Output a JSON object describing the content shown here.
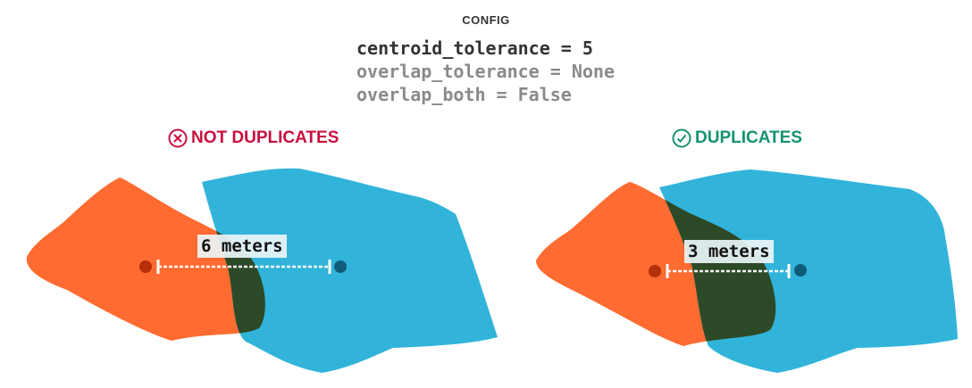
{
  "config": {
    "title": "CONFIG",
    "lines": [
      {
        "text": "centroid_tolerance = 5",
        "active": true
      },
      {
        "text": "overlap_tolerance = None",
        "active": false
      },
      {
        "text": "overlap_both = False",
        "active": false
      }
    ]
  },
  "panels": {
    "left": {
      "label": "NOT DUPLICATES",
      "icon": "x-circle-icon",
      "color": "#c8103e",
      "distance_label": "6 meters"
    },
    "right": {
      "label": "DUPLICATES",
      "icon": "check-circle-icon",
      "color": "#13936f",
      "distance_label": "3 meters"
    }
  },
  "colors": {
    "orange_polygon": "#ff6b30",
    "blue_polygon": "#32b4da",
    "overlap": "#2d4a28",
    "orange_centroid": "#b52f0a",
    "blue_centroid": "#0f5c78",
    "measure_line": "#ffffff"
  }
}
